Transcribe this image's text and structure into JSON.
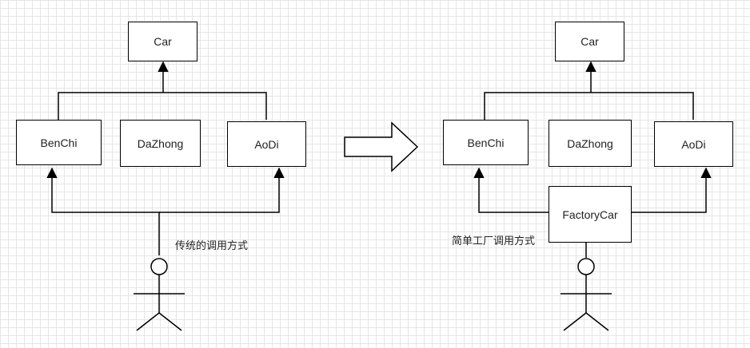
{
  "left_diagram": {
    "parent": "Car",
    "children": [
      "BenChi",
      "DaZhong",
      "AoDi"
    ],
    "caption": "传统的调用方式"
  },
  "right_diagram": {
    "parent": "Car",
    "children": [
      "BenChi",
      "DaZhong",
      "AoDi"
    ],
    "factory": "FactoryCar",
    "caption": "简单工厂调用方式"
  },
  "icons": {
    "transition": "arrow-right-icon",
    "actor": "stick-figure-icon"
  }
}
